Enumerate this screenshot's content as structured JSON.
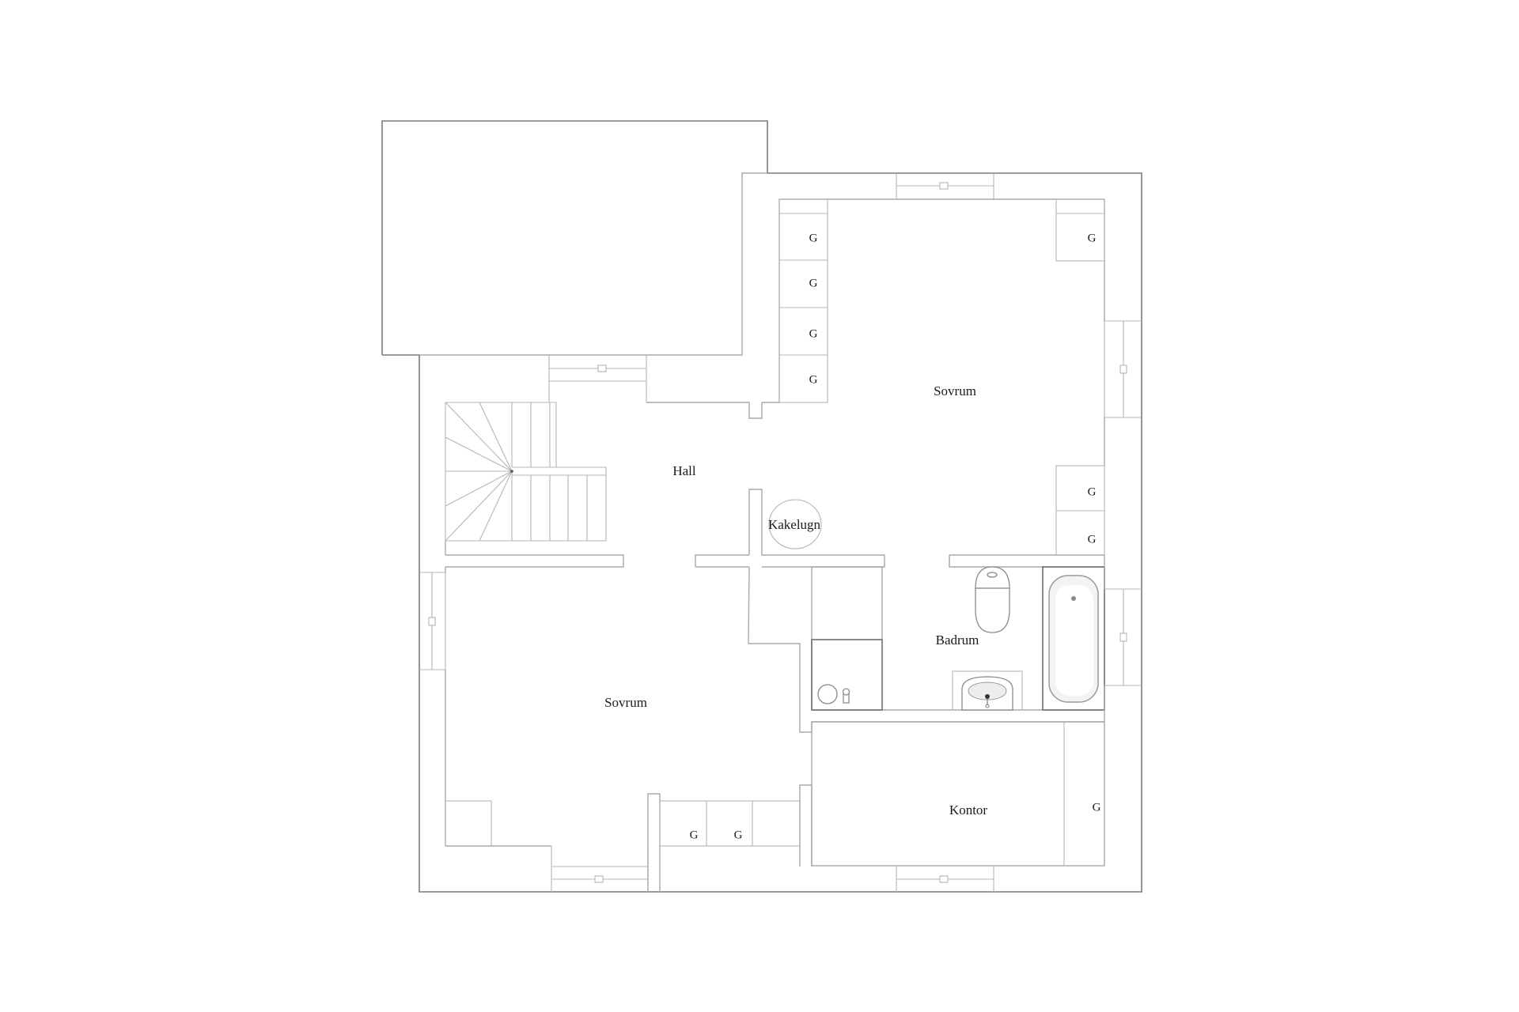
{
  "plan": {
    "type": "floor-plan",
    "colors": {
      "background": "#ffffff",
      "outer_wall": "#7a7a7a",
      "inner_wall": "#a9a9a9",
      "text": "#1a1a1a"
    }
  },
  "rooms": [
    {
      "id": "sovrum_north",
      "label": "Sovrum"
    },
    {
      "id": "hall",
      "label": "Hall"
    },
    {
      "id": "kakelugn",
      "label": "Kakelugn"
    },
    {
      "id": "badrum",
      "label": "Badrum"
    },
    {
      "id": "sovrum_south",
      "label": "Sovrum"
    },
    {
      "id": "kontor",
      "label": "Kontor"
    }
  ],
  "closets": [
    {
      "label": "G"
    },
    {
      "label": "G"
    },
    {
      "label": "G"
    },
    {
      "label": "G"
    },
    {
      "label": "G"
    },
    {
      "label": "G"
    },
    {
      "label": "G"
    },
    {
      "label": "G"
    },
    {
      "label": "G"
    },
    {
      "label": "G"
    }
  ],
  "fixtures": [
    "staircase",
    "tiled-stove",
    "toilet",
    "sink",
    "bathtub",
    "shower-drain",
    "windows"
  ]
}
